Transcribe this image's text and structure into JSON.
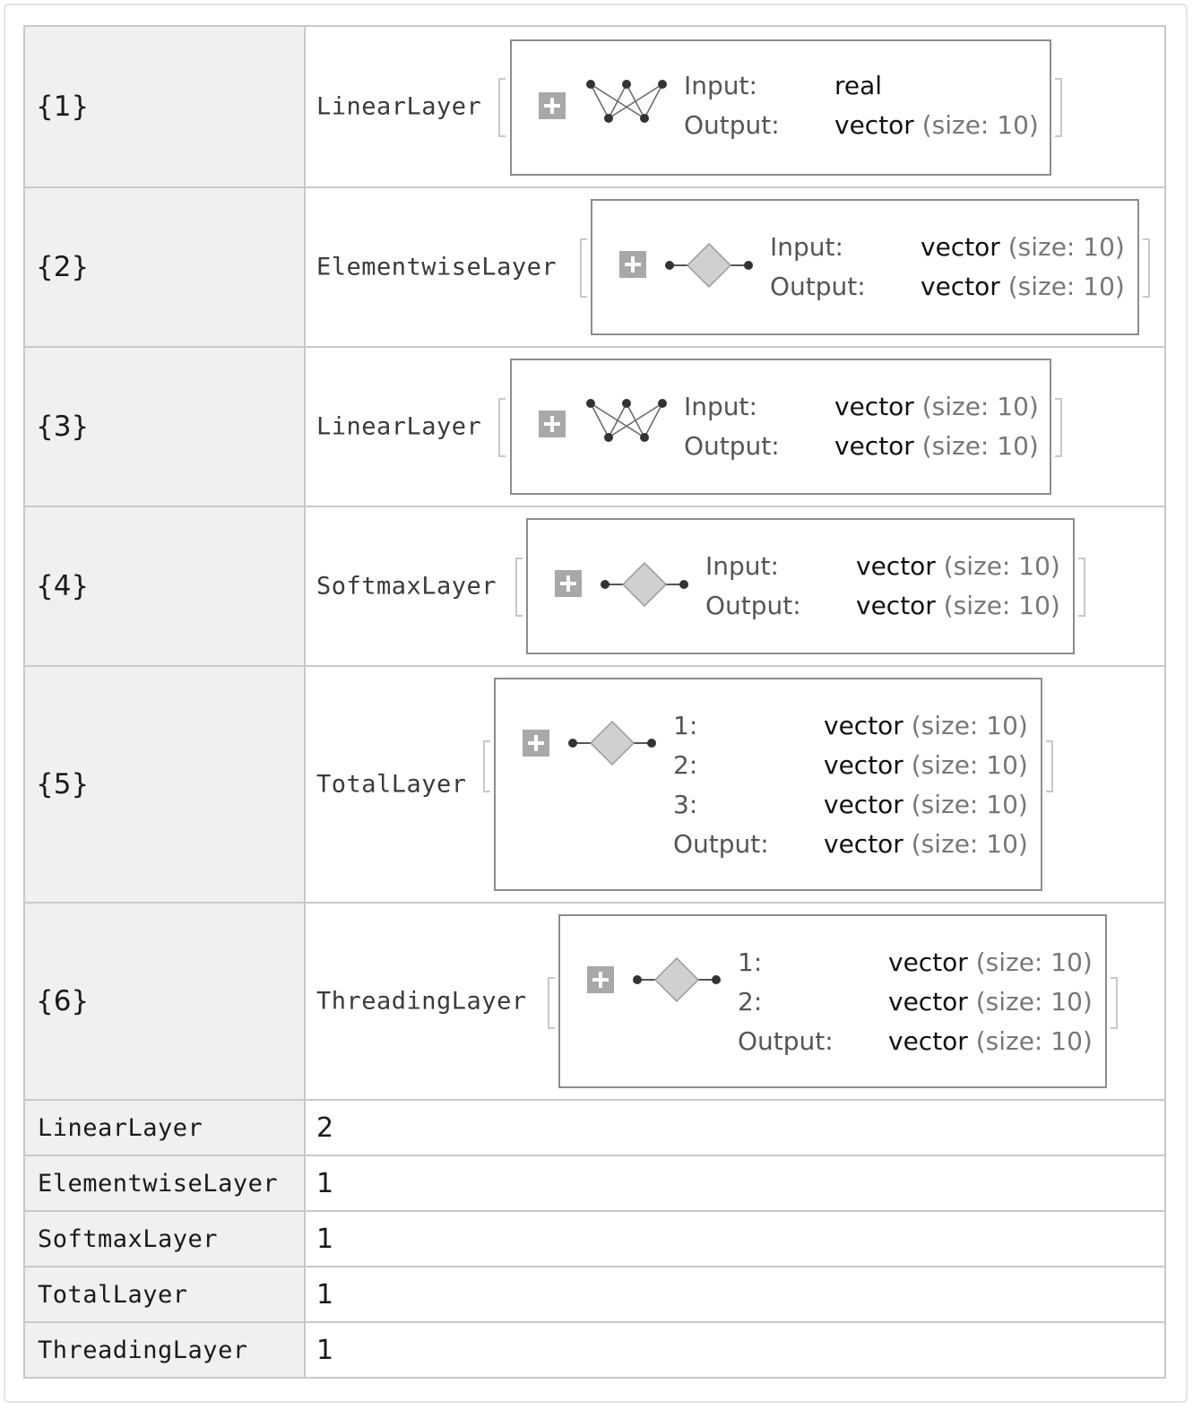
{
  "layers": [
    {
      "index": "{1}",
      "name": "LinearLayer",
      "icon": "linear-network-icon",
      "ports": [
        {
          "label": "Input:",
          "type": "real",
          "size": ""
        },
        {
          "label": "Output:",
          "type": "vector",
          "size": " (size: 10)"
        }
      ]
    },
    {
      "index": "{2}",
      "name": "ElementwiseLayer",
      "icon": "diamond-node-icon",
      "ports": [
        {
          "label": "Input:",
          "type": "vector",
          "size": " (size: 10)"
        },
        {
          "label": "Output:",
          "type": "vector",
          "size": " (size: 10)"
        }
      ]
    },
    {
      "index": "{3}",
      "name": "LinearLayer",
      "icon": "linear-network-icon",
      "ports": [
        {
          "label": "Input:",
          "type": "vector",
          "size": " (size: 10)"
        },
        {
          "label": "Output:",
          "type": "vector",
          "size": " (size: 10)"
        }
      ]
    },
    {
      "index": "{4}",
      "name": "SoftmaxLayer",
      "icon": "diamond-node-icon",
      "ports": [
        {
          "label": "Input:",
          "type": "vector",
          "size": " (size: 10)"
        },
        {
          "label": "Output:",
          "type": "vector",
          "size": " (size: 10)"
        }
      ]
    },
    {
      "index": "{5}",
      "name": "TotalLayer",
      "icon": "diamond-node-icon",
      "ports": [
        {
          "label": "1:",
          "type": "vector",
          "size": " (size: 10)"
        },
        {
          "label": "2:",
          "type": "vector",
          "size": " (size: 10)"
        },
        {
          "label": "3:",
          "type": "vector",
          "size": " (size: 10)"
        },
        {
          "label": "Output:",
          "type": "vector",
          "size": " (size: 10)"
        }
      ]
    },
    {
      "index": "{6}",
      "name": "ThreadingLayer",
      "icon": "diamond-node-icon",
      "ports": [
        {
          "label": "1:",
          "type": "vector",
          "size": " (size: 10)"
        },
        {
          "label": "2:",
          "type": "vector",
          "size": " (size: 10)"
        },
        {
          "label": "Output:",
          "type": "vector",
          "size": " (size: 10)"
        }
      ]
    }
  ],
  "counts": [
    {
      "name": "LinearLayer",
      "count": "2"
    },
    {
      "name": "ElementwiseLayer",
      "count": "1"
    },
    {
      "name": "SoftmaxLayer",
      "count": "1"
    },
    {
      "name": "TotalLayer",
      "count": "1"
    },
    {
      "name": "ThreadingLayer",
      "count": "1"
    }
  ]
}
